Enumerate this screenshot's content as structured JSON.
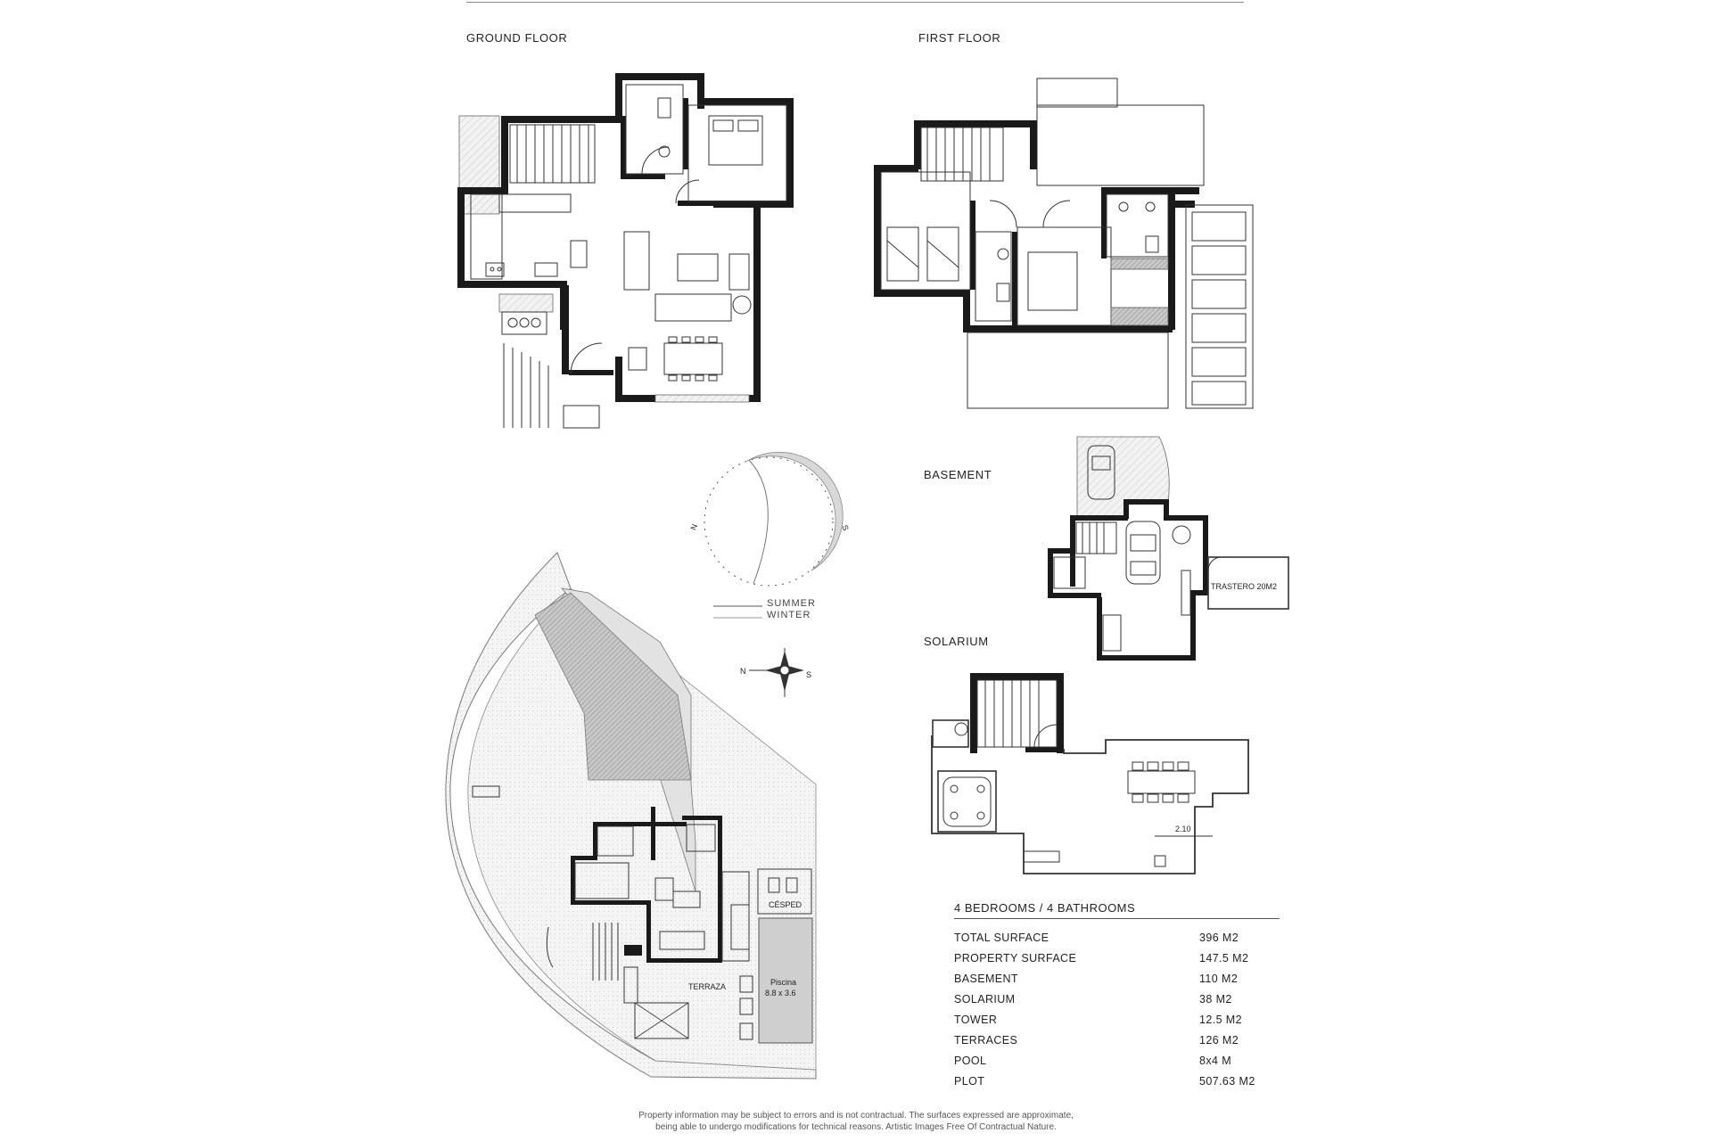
{
  "headings": {
    "ground_floor": "GROUND FLOOR",
    "first_floor": "FIRST FLOOR",
    "basement": "BASEMENT",
    "solarium": "SOLARIUM"
  },
  "plan_labels": {
    "trastero": "TRASTERO 20M2",
    "terraza": "TERRAZA",
    "piscina": "Piscina",
    "piscina_size": "8.8 x 3.6",
    "cesped": "CÉSPED",
    "dimension": "2.10"
  },
  "compass": {
    "north": "N",
    "south": "S"
  },
  "legend": {
    "summer": "SUMMER",
    "winter": "WINTER"
  },
  "specs": {
    "title": "4 BEDROOMS / 4 BATHROOMS",
    "rows": [
      {
        "label": "TOTAL SURFACE",
        "value": "396 M2"
      },
      {
        "label": "PROPERTY SURFACE",
        "value": "147.5 M2"
      },
      {
        "label": "BASEMENT",
        "value": "110 M2"
      },
      {
        "label": "SOLARIUM",
        "value": "38 M2"
      },
      {
        "label": "TOWER",
        "value": "12.5 M2"
      },
      {
        "label": "TERRACES",
        "value": "126 M2"
      },
      {
        "label": "POOL",
        "value": "8x4 M"
      },
      {
        "label": "PLOT",
        "value": "507.63 M2"
      }
    ]
  },
  "disclaimer": {
    "line1": "Property information may be subject to errors and is not contractual. The surfaces expressed are approximate,",
    "line2": "being able to undergo modifications for technical reasons. Artistic Images Free Of Contractual Nature."
  }
}
